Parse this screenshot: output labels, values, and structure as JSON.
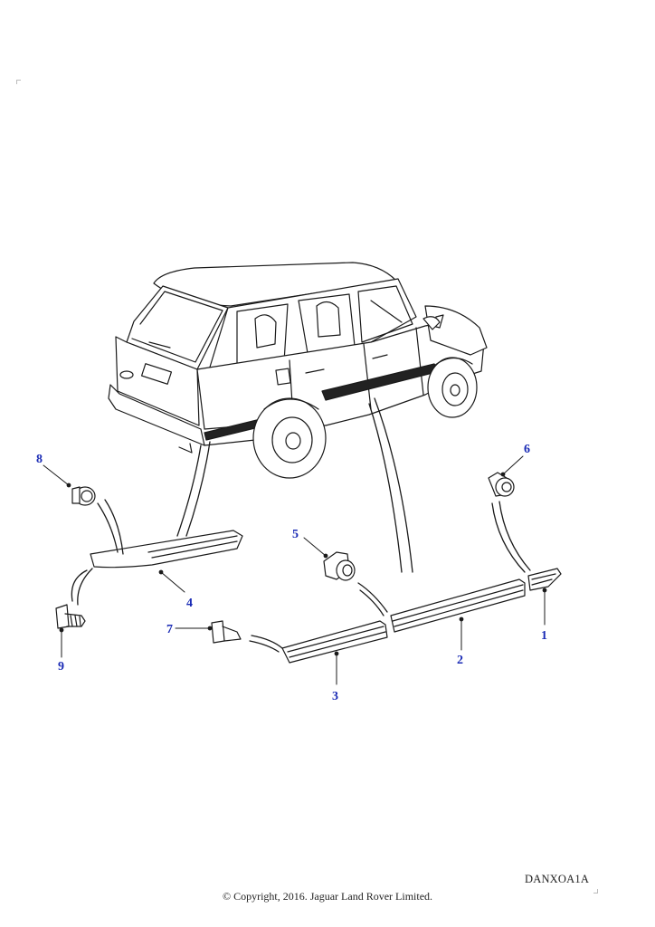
{
  "callouts": [
    {
      "id": "1",
      "label": "1",
      "part": "front-fender-moulding"
    },
    {
      "id": "2",
      "label": "2",
      "part": "front-door-moulding"
    },
    {
      "id": "3",
      "label": "3",
      "part": "rear-door-moulding"
    },
    {
      "id": "4",
      "label": "4",
      "part": "rear-quarter-moulding"
    },
    {
      "id": "5",
      "label": "5",
      "part": "retainer-nut"
    },
    {
      "id": "6",
      "label": "6",
      "part": "retainer-nut"
    },
    {
      "id": "7",
      "label": "7",
      "part": "stud"
    },
    {
      "id": "8",
      "label": "8",
      "part": "retainer-clip"
    },
    {
      "id": "9",
      "label": "9",
      "part": "screw"
    }
  ],
  "colors": {
    "callout": "#1a2bb5",
    "line": "#1a1a1a"
  },
  "reference_code": "DANXOA1A",
  "copyright": "© Copyright, 2016. Jaguar Land Rover Limited."
}
